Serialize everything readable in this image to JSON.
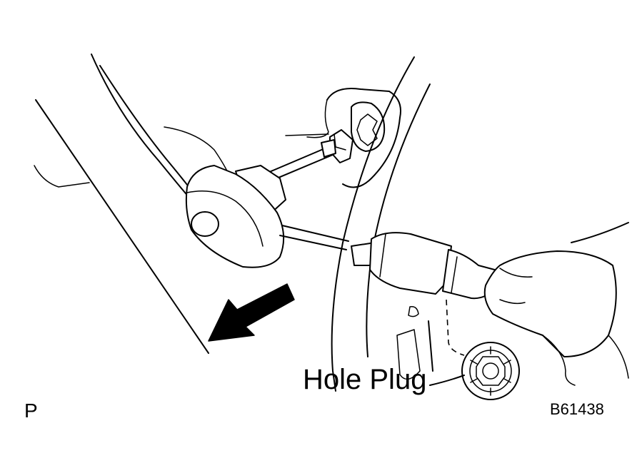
{
  "diagram": {
    "callouts": [
      {
        "id": "hole-plug",
        "text": "Hole Plug"
      }
    ],
    "view_letter": "P",
    "figure_code": "B61438"
  }
}
